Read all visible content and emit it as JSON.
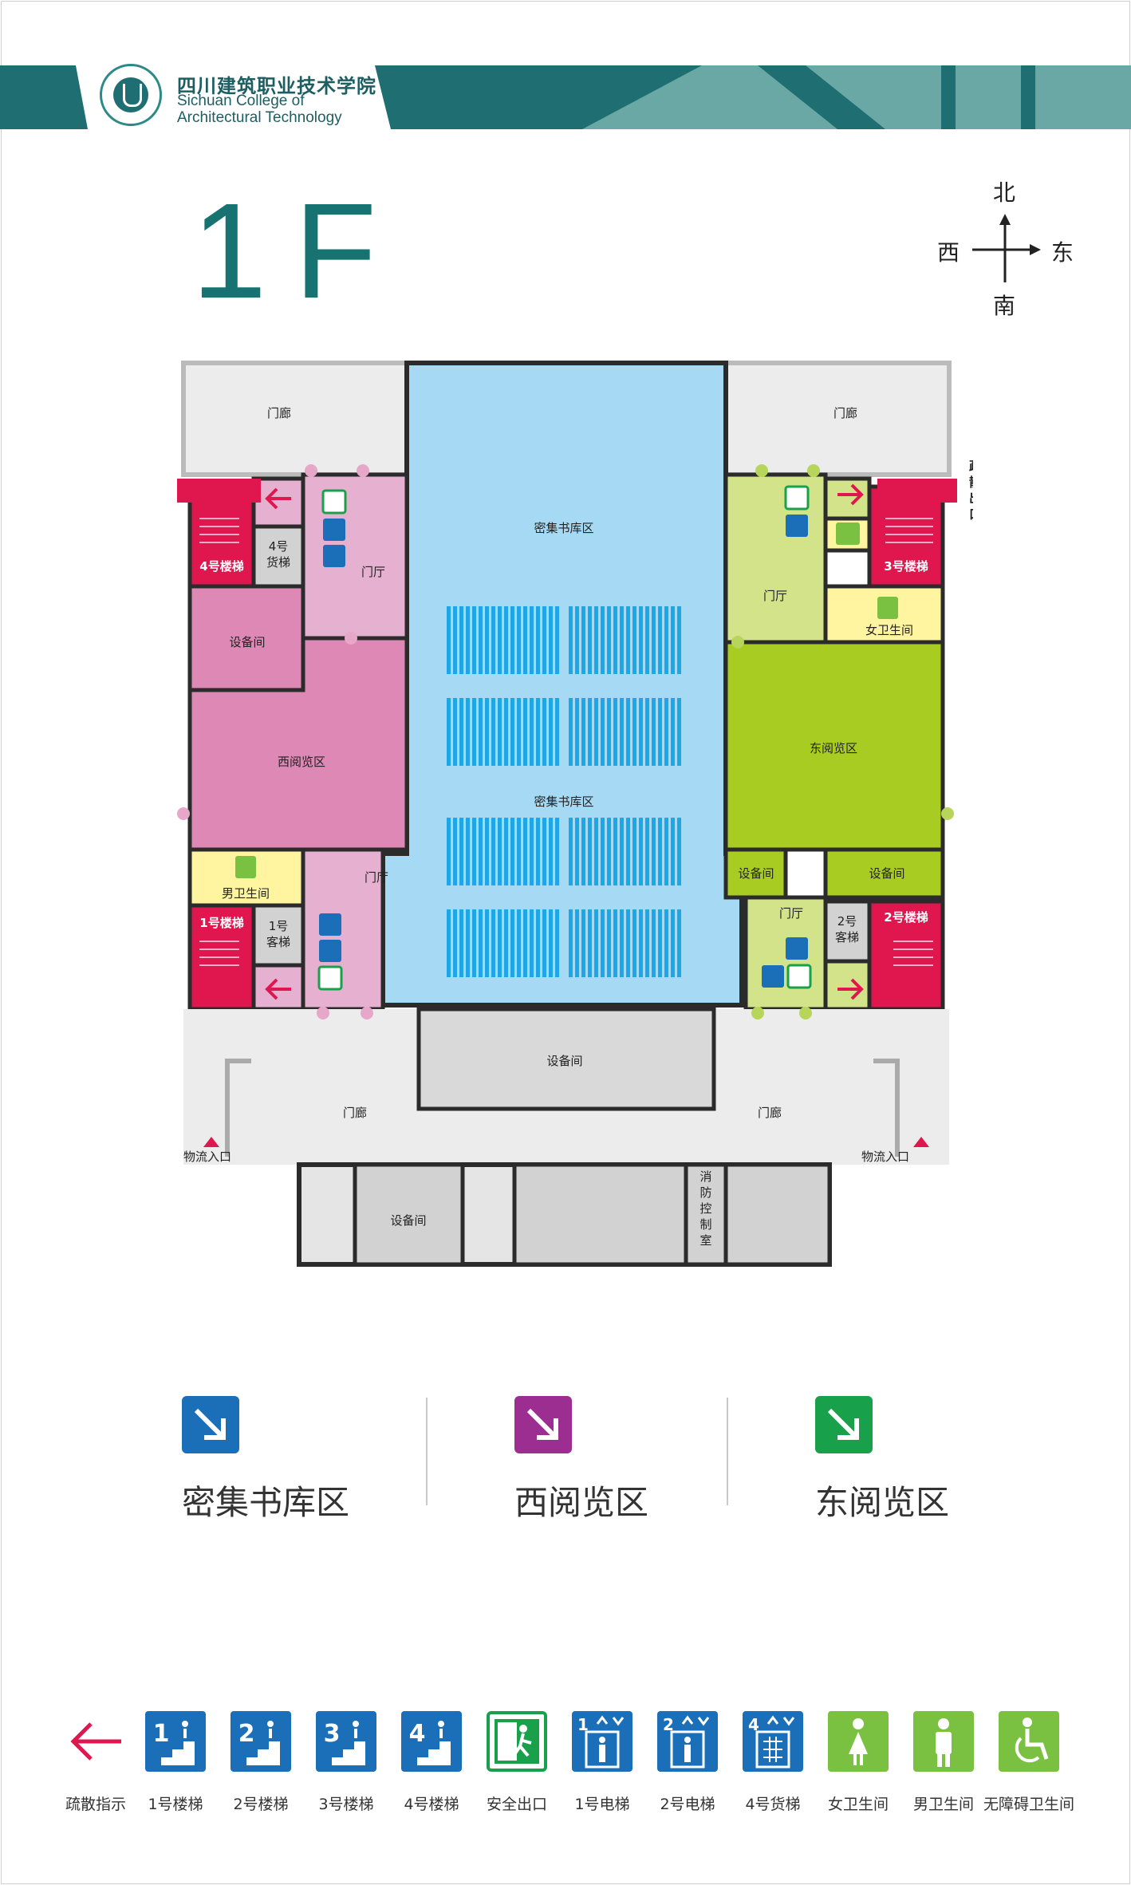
{
  "header": {
    "school_cn": "四川建筑职业技术学院",
    "school_en_line1": "Sichuan College of",
    "school_en_line2": "Architectural Technology"
  },
  "floor": "1F",
  "compass": {
    "north": "北",
    "south": "南",
    "west": "西",
    "east": "东"
  },
  "rooms": {
    "portico": "门廊",
    "lobby": "门厅",
    "stack_area": "密集书库区",
    "west_reading": "西阅览区",
    "east_reading": "东阅览区",
    "equipment": "设备间",
    "stair4": "4号楼梯",
    "stair3": "3号楼梯",
    "stair1": "1号楼梯",
    "stair2": "2号楼梯",
    "freight4_a": "4号",
    "freight4_b": "货梯",
    "lift1_a": "1号",
    "lift1_b": "客梯",
    "lift2_a": "2号",
    "lift2_b": "客梯",
    "womens_wc": "女卫生间",
    "mens_wc": "男卫生间",
    "fire_control": "消防控制室",
    "evac_exit": "疏散出口",
    "logistics": "物流入口"
  },
  "categories": [
    {
      "label": "密集书库区",
      "color": "#1a6fb8"
    },
    {
      "label": "西阅览区",
      "color": "#9b2e90"
    },
    {
      "label": "东阅览区",
      "color": "#18a04a"
    }
  ],
  "legend": [
    {
      "icon": "evacuation-arrow-icon",
      "label": "疏散指示"
    },
    {
      "icon": "stair-1-icon",
      "label": "1号楼梯",
      "num": "1"
    },
    {
      "icon": "stair-2-icon",
      "label": "2号楼梯",
      "num": "2"
    },
    {
      "icon": "stair-3-icon",
      "label": "3号楼梯",
      "num": "3"
    },
    {
      "icon": "stair-4-icon",
      "label": "4号楼梯",
      "num": "4"
    },
    {
      "icon": "safety-exit-icon",
      "label": "安全出口"
    },
    {
      "icon": "elevator-1-icon",
      "label": "1号电梯",
      "num": "1"
    },
    {
      "icon": "elevator-2-icon",
      "label": "2号电梯",
      "num": "2"
    },
    {
      "icon": "freight-4-icon",
      "label": "4号货梯",
      "num": "4"
    },
    {
      "icon": "womens-wc-icon",
      "label": "女卫生间"
    },
    {
      "icon": "mens-wc-icon",
      "label": "男卫生间"
    },
    {
      "icon": "accessible-wc-icon",
      "label": "无障碍卫生间"
    }
  ],
  "colors": {
    "brand_teal": "#177371",
    "stack_blue": "#a6d9f3",
    "west_pink": "#dd88b5",
    "east_green": "#a8cc22",
    "stair_red": "#e0174f",
    "equipment_grey": "#d2d2d2",
    "wc_yellow": "#fff5a0"
  }
}
